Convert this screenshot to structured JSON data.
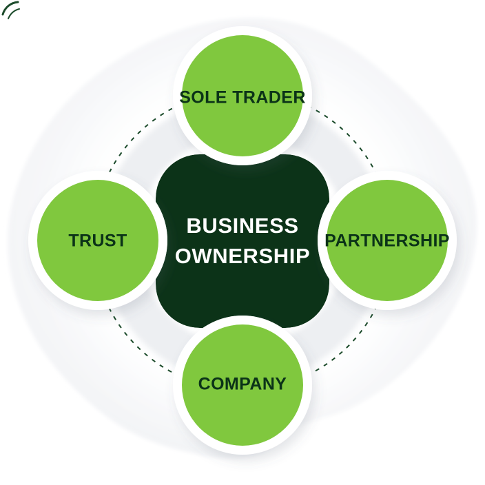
{
  "diagram": {
    "title": "BUSINESS OWNERSHIP",
    "center": {
      "line1": "BUSINESS",
      "line2": "OWNERSHIP"
    },
    "nodes": [
      {
        "id": "sole-trader",
        "label": "SOLE TRADER",
        "position": "top"
      },
      {
        "id": "partnership",
        "label": "PARTNERSHIP",
        "position": "right"
      },
      {
        "id": "company",
        "label": "COMPANY",
        "position": "bottom"
      },
      {
        "id": "trust",
        "label": "TRUST",
        "position": "left"
      }
    ]
  },
  "colors": {
    "node-green": "#80C83E",
    "center-dark": "#0C3318",
    "label-dark": "#0B3318",
    "dash-green": "#1C4B2B",
    "band-gray": "#EDEFF2",
    "blob-gray": "#F1F2F5"
  }
}
